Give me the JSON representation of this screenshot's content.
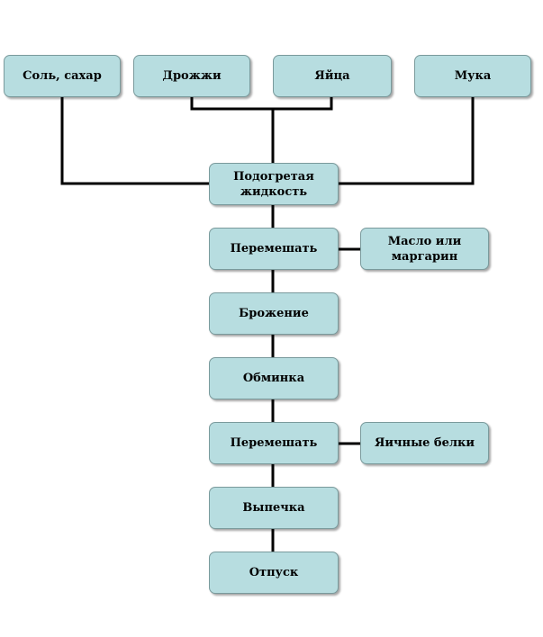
{
  "nodes": {
    "salt_sugar": "Соль, сахар",
    "yeast": "Дрожжи",
    "eggs": "Яйца",
    "flour": "Мука",
    "warm_liquid": "Подогретая жидкость",
    "mix1": "Перемешать",
    "butter": "Масло или маргарин",
    "fermentation": "Брожение",
    "punch_down": "Обминка",
    "mix2": "Перемешать",
    "egg_whites": "Яичные белки",
    "baking": "Выпечка",
    "dispatch": "Отпуск"
  },
  "colors": {
    "box_fill": "#b7dde0",
    "box_border": "#7a9a9c",
    "connector": "#000000"
  }
}
